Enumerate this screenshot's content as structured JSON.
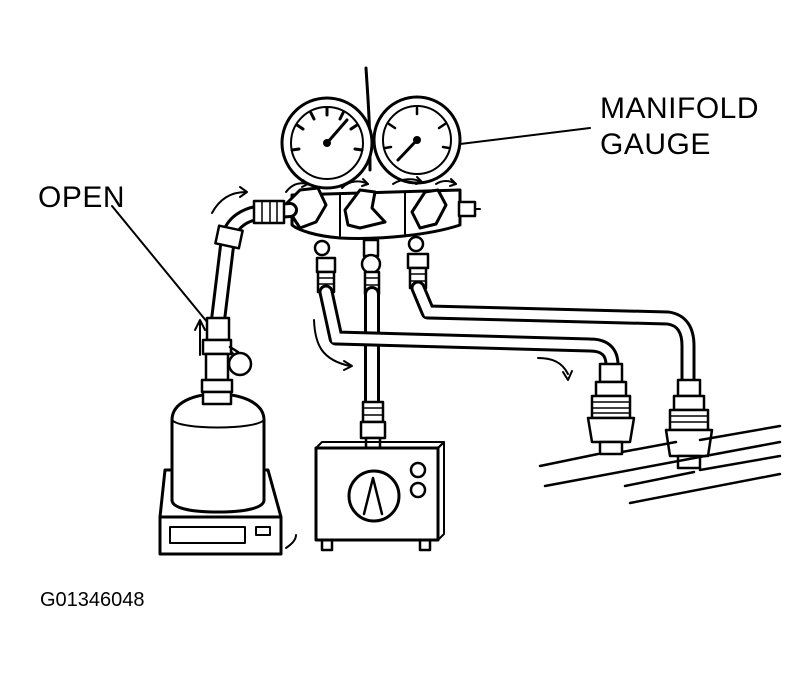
{
  "labels": {
    "manifold_line1": "MANIFOLD",
    "manifold_line2": "GAUGE",
    "open": "OPEN",
    "figure_id": "G01346048"
  },
  "colors": {
    "ink": "#000000",
    "paper": "#ffffff"
  }
}
